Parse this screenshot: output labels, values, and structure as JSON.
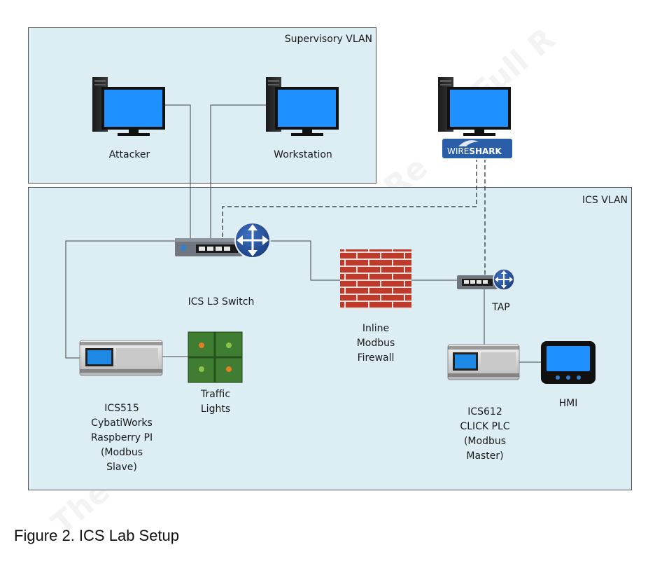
{
  "zones": {
    "supervisory": "Supervisory VLAN",
    "ics": "ICS VLAN"
  },
  "devices": {
    "attacker": "Attacker",
    "workstation": "Workstation",
    "wireshark_logo_a": "WIRE",
    "wireshark_logo_b": "SHARK",
    "switch": "ICS L3 Switch",
    "tap": "TAP",
    "firewall": [
      "Inline",
      "Modbus",
      "Firewall"
    ],
    "traffic_lights": [
      "Traffic",
      "Lights"
    ],
    "ics515": [
      "ICS515",
      "CybatiWorks",
      "Raspberry PI",
      "(Modbus",
      "Slave)"
    ],
    "ics612": [
      "ICS612",
      "CLICK PLC",
      "(Modbus",
      "Master)"
    ],
    "hmi": "HMI"
  },
  "watermark": {
    "top": "Full R",
    "mid": "Re",
    "bottom": "The"
  },
  "colors": {
    "zone_fill": "#dcedf3",
    "monitor_blue": "#1e90ff",
    "router_blue": "#1f4e96",
    "brick_red": "#c0392b"
  },
  "caption": "Figure 2. ICS Lab Setup"
}
